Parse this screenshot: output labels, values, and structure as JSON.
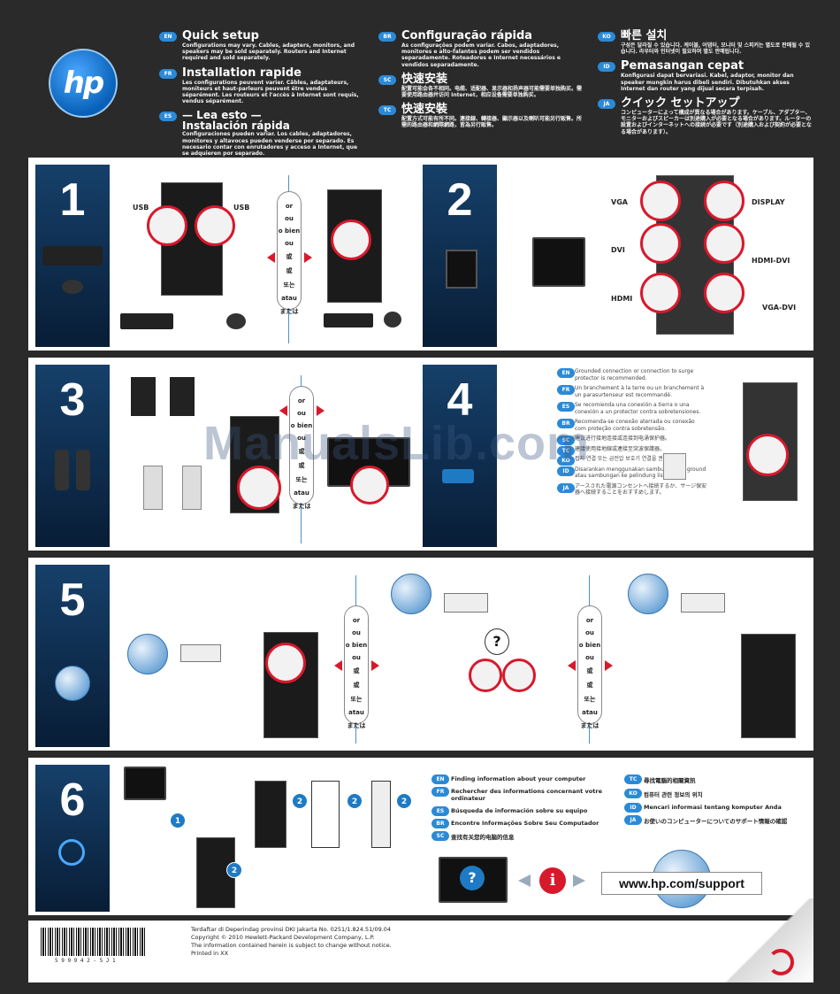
{
  "header": {
    "logo_text": "hp",
    "col1": [
      {
        "badge": "EN",
        "title": "Quick setup",
        "body": "Configurations may vary. Cables, adapters, monitors, and speakers may be sold separately. Routers and Internet required and sold separately."
      },
      {
        "badge": "FR",
        "title": "Installation rapide",
        "body": "Les configurations peuvent varier. Câbles, adaptateurs, moniteurs et haut-parleurs peuvent être vendus séparément. Les routeurs et l'accès à Internet sont requis, vendus séparément."
      },
      {
        "badge": "ES",
        "title": "— Lea esto —",
        "title2": "Instalación rápida",
        "body": "Configuraciones pueden variar. Los cables, adaptadores, monitores y altavoces pueden venderse por separado. Es necesario contar con enrutadores y acceso a Internet, que se adquieren por separado."
      }
    ],
    "col2": [
      {
        "badge": "BR",
        "title": "Configuração rápida",
        "body": "As configurações podem variar. Cabos, adaptadores, monitores e alto-falantes podem ser vendidos separadamente. Roteadores e Internet necessários e vendidos separadamente."
      },
      {
        "badge": "SC",
        "title": "快速安装",
        "body": "配置可能会各不相同。电缆、适配器、显示器和扬声器可能需要单独购买。需要使用路由器并访问 Internet，相应设备需要单独购买。"
      },
      {
        "badge": "TC",
        "title": "快速安裝",
        "body": "配置方式可能有所不同。連接線、轉接器、顯示器以及喇叭可能另行販售。所需的路由器和網際網路，皆為另行販售。"
      }
    ],
    "col3": [
      {
        "badge": "KO",
        "title": "빠른 설치",
        "body": "구성은 달라질 수 있습니다. 케이블, 어댑터, 모니터 및 스피커는 별도로 판매될 수 있습니다. 라우터와 인터넷이 필요하며 별도 판매됩니다."
      },
      {
        "badge": "ID",
        "title": "Pemasangan cepat",
        "body": "Konfigurasi dapat bervariasi. Kabel, adaptor, monitor dan speaker mungkin harus dibeli sendiri. Dibutuhkan akses Internet dan router yang dijual secara terpisah."
      },
      {
        "badge": "JA",
        "title": "クイック セットアップ",
        "body": "コンピューターによって構成が異なる場合があります。ケーブル、アダプター、モニターおよびスピーカーは別途購入が必要となる場合があります。ルーターの設置およびインターネットへの接続が必要です（別途購入および契約が必要となる場合があります）。"
      }
    ]
  },
  "steps": {
    "s1": "1",
    "s2": "2",
    "s3": "3",
    "s4": "4",
    "s5": "5",
    "s6": "6"
  },
  "or_words": [
    "or",
    "ou",
    "o bien",
    "ou",
    "或",
    "或",
    "또는",
    "atau",
    "または"
  ],
  "step1": {
    "usb_left": "USB",
    "usb_right": "USB"
  },
  "step2": {
    "vga": "VGA",
    "display": "DISPLAY",
    "dvi": "DVI",
    "hdmi_dvi": "HDMI-DVI",
    "hdmi": "HDMI",
    "vga_dvi": "VGA-DVI"
  },
  "step4": [
    {
      "badge": "EN",
      "text": "Grounded connection or connection to surge protector is recommended."
    },
    {
      "badge": "FR",
      "text": "Un branchement à la terre ou un branchement à un parasurtenseur est recommandé."
    },
    {
      "badge": "ES",
      "text": "Se recomienda una conexión a tierra o una conexión a un protector contra sobretensiones."
    },
    {
      "badge": "BR",
      "text": "Recomenda-se conexão aterrada ou conexão com proteção contra sobretensão."
    },
    {
      "badge": "SC",
      "text": "建议进行接地连接或连接到电涌保护器。"
    },
    {
      "badge": "TC",
      "text": "建議使用接地線或連接至突波保護器。"
    },
    {
      "badge": "KO",
      "text": "접지 연결 또는 급전압 보호기 연결을 권장합니다."
    },
    {
      "badge": "ID",
      "text": "Disarankan menggunakan sambungan ke ground atau sambungan ke pelindung listrik."
    },
    {
      "badge": "JA",
      "text": "アースされた電源コンセントへ接続するか、サージ保安器へ接続することをおすすめします。"
    }
  ],
  "step6": {
    "callouts": [
      "1",
      "2",
      "2",
      "2",
      "2"
    ],
    "list_left": [
      {
        "badge": "EN",
        "text": "Finding information about your computer"
      },
      {
        "badge": "FR",
        "text": "Rechercher des informations concernant votre ordinateur"
      },
      {
        "badge": "ES",
        "text": "Búsqueda de información sobre su equipo"
      },
      {
        "badge": "BR",
        "text": "Encontre Informações Sobre Seu Computador"
      },
      {
        "badge": "SC",
        "text": "查找有关您的电脑的信息"
      }
    ],
    "list_right": [
      {
        "badge": "TC",
        "text": "尋找電腦的相關資訊"
      },
      {
        "badge": "KO",
        "text": "컴퓨터 관련 정보의 위치"
      },
      {
        "badge": "ID",
        "text": "Mencari informasi tentang komputer Anda"
      },
      {
        "badge": "JA",
        "text": "お使いのコンピューターについてのサポート情報の確認"
      }
    ],
    "url": "www.hp.com/support",
    "info_glyph": "i",
    "question_glyph": "?"
  },
  "footer": {
    "barcode_number": "5 9 9 9 4 2 - 5 J 1",
    "lines": [
      "Terdaftar di Deperindag provinsi DKI Jakarta No. 0251/1.824.51/09.04",
      "Copyright © 2010 Hewlett-Packard Development Company, L.P.",
      "The information contained herein is subject to change without notice.",
      "Printed in XX"
    ]
  },
  "watermark": "ManualsLib.com",
  "colors": {
    "accent_red": "#d8192c",
    "hp_blue": "#0860b8",
    "step_navy": "#0d2a4c",
    "badge_blue": "#2b8ad8"
  }
}
